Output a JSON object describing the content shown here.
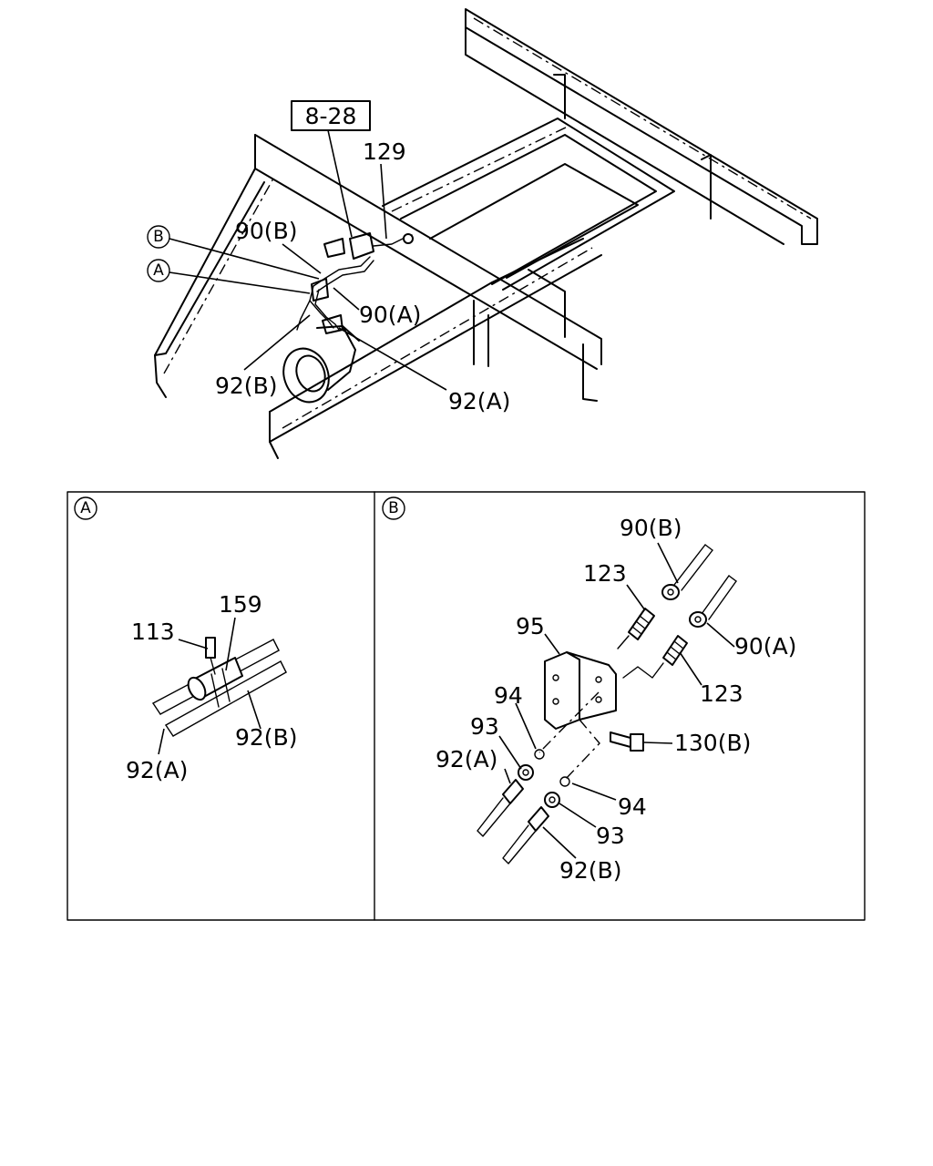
{
  "main": {
    "ref_box": "8-28",
    "labels": {
      "l129": "129",
      "l90b": "90(B)",
      "l90a": "90(A)",
      "l92b": "92(B)",
      "l92a": "92(A)",
      "callout_b": "B",
      "callout_a": "A"
    }
  },
  "detail_a": {
    "tag": "A",
    "labels": {
      "l113": "113",
      "l159": "159",
      "l92b": "92(B)",
      "l92a": "92(A)"
    }
  },
  "detail_b": {
    "tag": "B",
    "labels": {
      "l90b": "90(B)",
      "l123_top": "123",
      "l95": "95",
      "l90a": "90(A)",
      "l123_mid": "123",
      "l94_top": "94",
      "l93_top": "93",
      "l130b": "130(B)",
      "l92a": "92(A)",
      "l94_bot": "94",
      "l93_bot": "93",
      "l92b": "92(B)"
    }
  }
}
